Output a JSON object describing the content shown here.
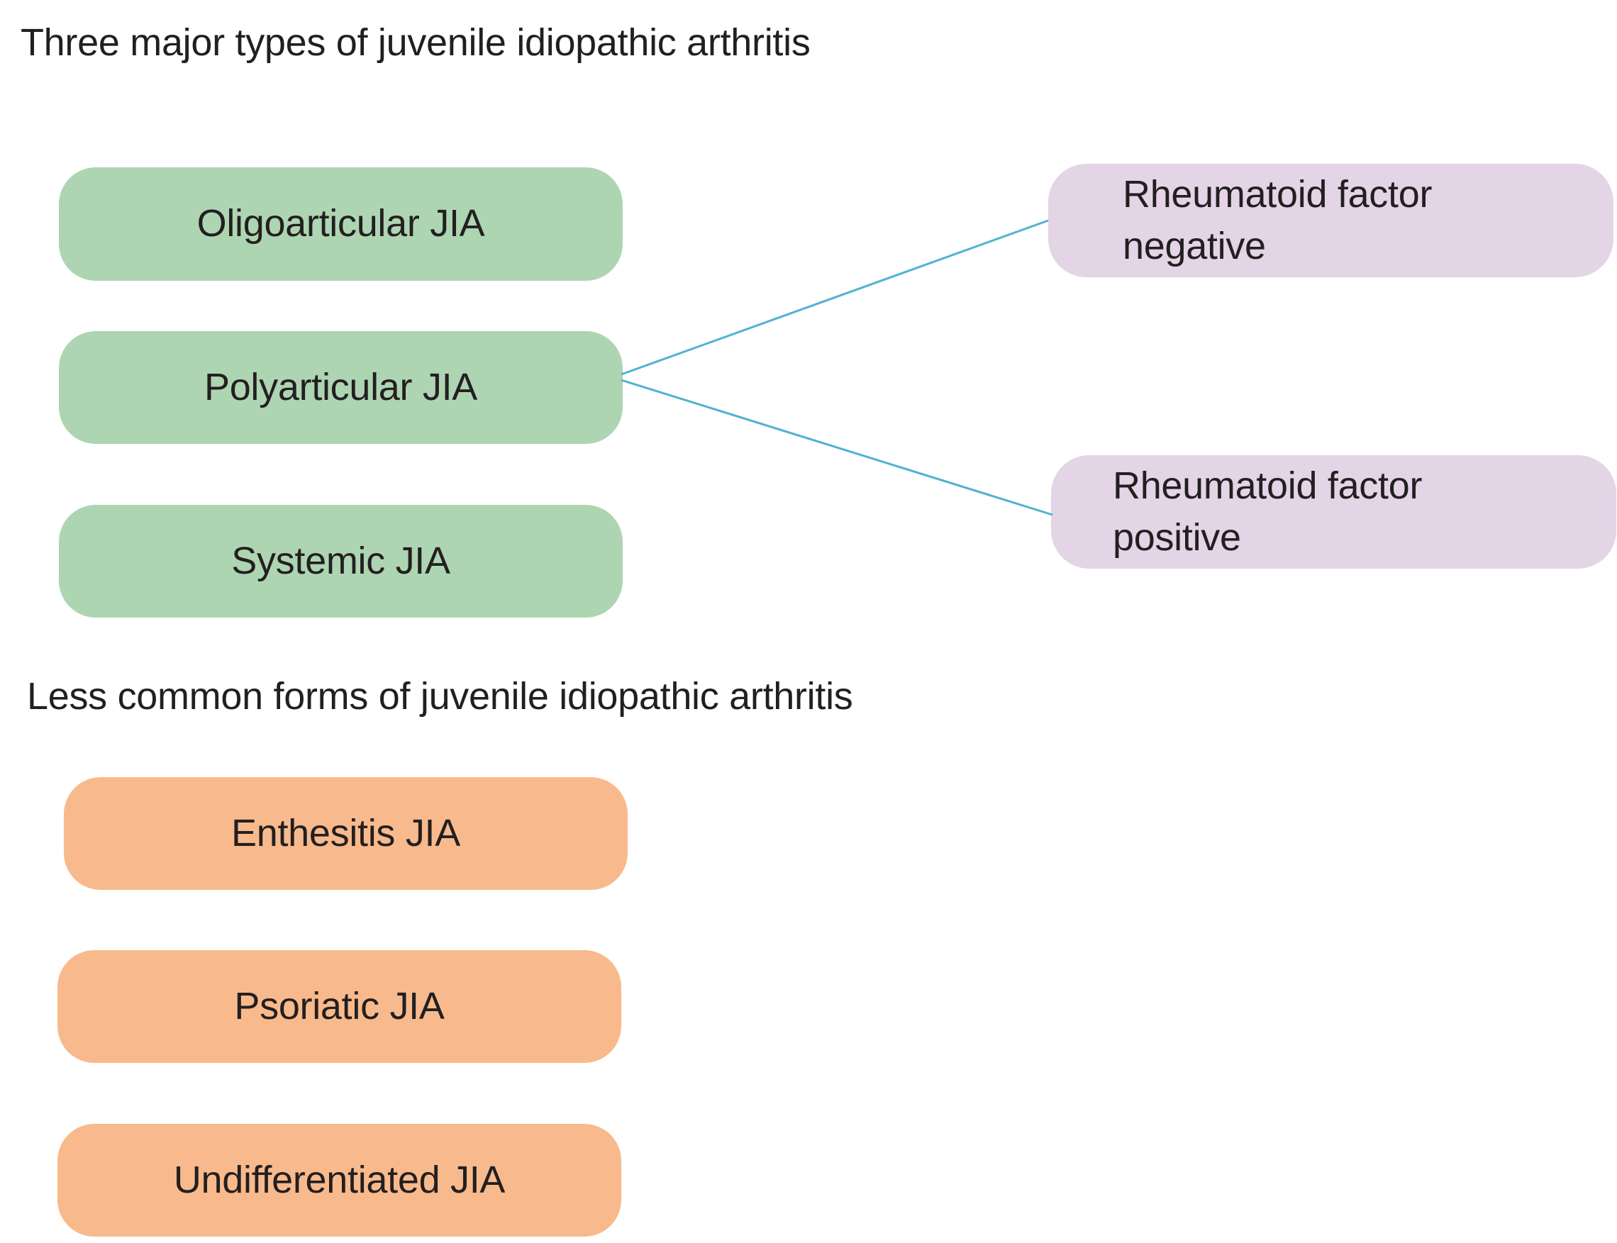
{
  "headings": {
    "major": "Three major types of juvenile idiopathic arthritis",
    "less_common": "Less common forms of juvenile idiopathic arthritis"
  },
  "major_types": [
    {
      "label": "Oligoarticular JIA"
    },
    {
      "label": "Polyarticular JIA"
    },
    {
      "label": "Systemic JIA"
    }
  ],
  "polyarticular_subtypes": [
    {
      "line1": "Rheumatoid factor",
      "line2": "negative"
    },
    {
      "line1": "Rheumatoid factor",
      "line2": "positive"
    }
  ],
  "less_common_forms": [
    {
      "label": "Enthesitis JIA"
    },
    {
      "label": "Psoriatic JIA"
    },
    {
      "label": "Undifferentiated JIA"
    }
  ],
  "colors": {
    "major_box": "#aed5b2",
    "subtype_box": "#e3d4e6",
    "less_common_box": "#f8ba8c",
    "connector": "#4fb3d0",
    "text": "#231f20"
  }
}
